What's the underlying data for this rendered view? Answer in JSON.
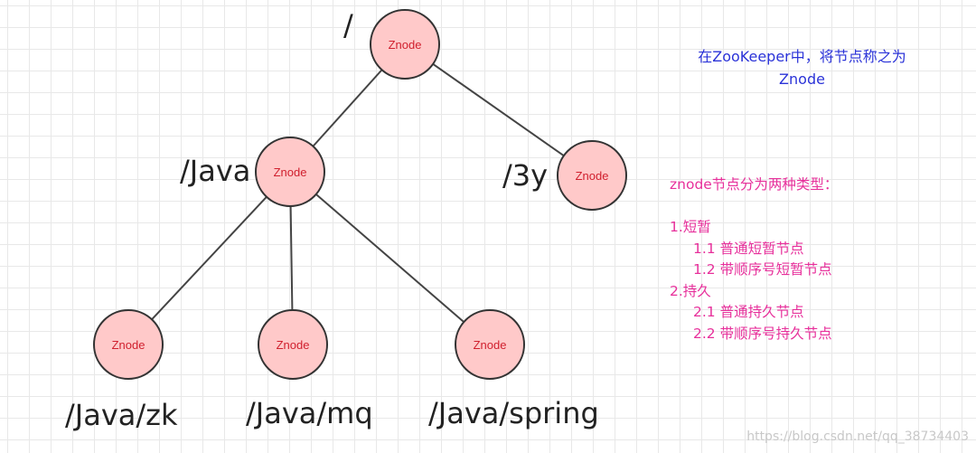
{
  "nodes": {
    "root": {
      "label": "Znode",
      "path": "/"
    },
    "java": {
      "label": "Znode",
      "path": "/Java"
    },
    "three_y": {
      "label": "Znode",
      "path": "/3y"
    },
    "zk": {
      "label": "Znode",
      "path": "/Java/zk"
    },
    "mq": {
      "label": "Znode",
      "path": "/Java/mq"
    },
    "spring": {
      "label": "Znode",
      "path": "/Java/spring"
    }
  },
  "edges": [
    [
      "root",
      "java"
    ],
    [
      "root",
      "three_y"
    ],
    [
      "java",
      "zk"
    ],
    [
      "java",
      "mq"
    ],
    [
      "java",
      "spring"
    ]
  ],
  "notes": {
    "definition": {
      "line1": "在ZooKeeper中，将节点称之为",
      "line2": "Znode"
    },
    "types": {
      "heading": "znode节点分为两种类型：",
      "ephemeral": "1.短暂",
      "ephemeral_1": "1.1 普通短暂节点",
      "ephemeral_2": "1.2 带顺序号短暂节点",
      "persistent": "2.持久",
      "persistent_1": "2.1 普通持久节点",
      "persistent_2": "2.2 带顺序号持久节点"
    }
  },
  "watermark": "https://blog.csdn.net/qq_38734403",
  "colors": {
    "node_fill": "#ffc9c9",
    "node_stroke": "#333333",
    "node_text": "#d0202e",
    "edge": "#444444",
    "note_blue": "#2b33d8",
    "note_pink": "#e7309b"
  }
}
